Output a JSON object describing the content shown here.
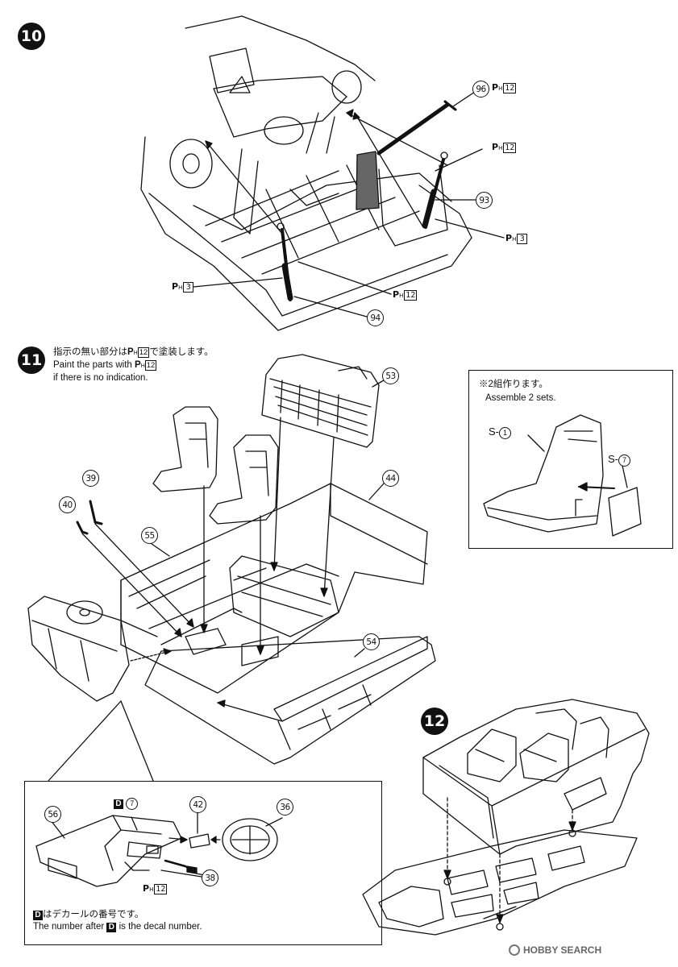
{
  "steps": {
    "s10": {
      "number": "10"
    },
    "s11": {
      "number": "11",
      "note_jp_pre": "指示の無い部分は",
      "note_jp_post": "で塗装します。",
      "note_en_pre": "Paint the parts with",
      "note_en_post": "if there is no indication."
    },
    "s12": {
      "number": "12"
    }
  },
  "paint_code": {
    "letter": "P",
    "sub": "H"
  },
  "parts10": {
    "p96": "96",
    "p93": "93",
    "p94": "94"
  },
  "paint10": {
    "c1": "12",
    "c2": "12",
    "c3": "3",
    "c4": "3",
    "c5": "12"
  },
  "parts11": {
    "p53": "53",
    "p44": "44",
    "p39": "39",
    "p40": "40",
    "p55": "55",
    "p54": "54"
  },
  "subassembly": {
    "note_jp": "※2組作ります。",
    "note_en": "Assemble 2 sets.",
    "s1_prefix": "S-",
    "s1_num": "1",
    "s7_prefix": "S-",
    "s7_num": "7"
  },
  "detail": {
    "p56": "56",
    "p42": "42",
    "p36": "36",
    "p38": "38",
    "decal_letter": "D",
    "decal_num": "7",
    "paint_c": "12",
    "note_jp_post": "はデカールの番号です。",
    "note_en_pre": "The number after",
    "note_en_post": "is the decal number."
  },
  "watermark": {
    "brand": "HOBBY SEARCH"
  }
}
